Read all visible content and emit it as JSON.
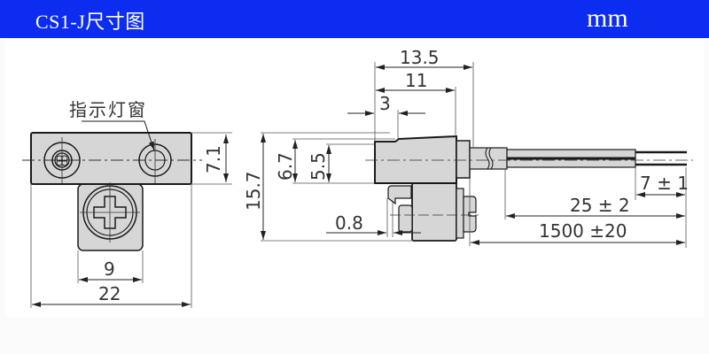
{
  "header": {
    "title": "CS1-J尺寸图",
    "unit": "mm",
    "background_color": "#0c2cf0",
    "text_color": "#ffffff"
  },
  "front_view": {
    "callout_label": "指示灯窗",
    "dimensions": {
      "height": "7.1",
      "bracket_width": "9",
      "overall_width": "22"
    }
  },
  "side_view": {
    "dimensions": {
      "overall_length": "13.5",
      "body_length": "11",
      "step": "3",
      "height_top": "6.7",
      "height_step": "5.5",
      "overall_height": "15.7",
      "gap": "0.8"
    }
  },
  "cable": {
    "dimensions": {
      "strip_length": "7 ± 1",
      "sheath_strip": "25 ± 2",
      "cable_length": "1500 ±20"
    }
  },
  "colors": {
    "body_fill": "#d6d6d6",
    "line": "#1a1a1a",
    "dimension_line": "#333333"
  }
}
